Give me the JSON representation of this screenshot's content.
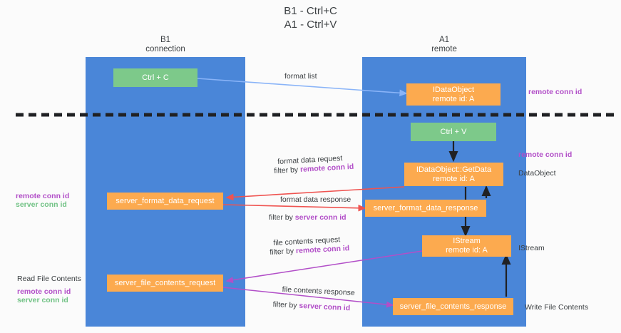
{
  "title": "B1 - Ctrl+C\nA1 - Ctrl+V",
  "columns": [
    {
      "name": "column-b1",
      "label": "B1\nconnection"
    },
    {
      "name": "column-a1",
      "label": "A1\nremote"
    }
  ],
  "boxes": [
    {
      "name": "box-ctrl-c",
      "label": "Ctrl + C",
      "color": "#7dc98a"
    },
    {
      "name": "box-idataobject",
      "label": "IDataObject\nremote id: A",
      "color": "#fcaa4f"
    },
    {
      "name": "box-ctrl-v",
      "label": "Ctrl + V",
      "color": "#7dc98a"
    },
    {
      "name": "box-idataobject-getdata",
      "label": "IDataObject::GetData\nremote id: A",
      "color": "#fcaa4f"
    },
    {
      "name": "box-server-format-data-request",
      "label": "server_format_data_request",
      "color": "#fcaa4f"
    },
    {
      "name": "box-server-format-data-response",
      "label": "server_format_data_response",
      "color": "#fcaa4f"
    },
    {
      "name": "box-istream",
      "label": "IStream\nremote id: A",
      "color": "#fcaa4f"
    },
    {
      "name": "box-server-file-contents-request",
      "label": "server_file_contents_request",
      "color": "#fcaa4f"
    },
    {
      "name": "box-server-file-contents-response",
      "label": "server_file_contents_response",
      "color": "#fcaa4f"
    }
  ],
  "arrow_labels": {
    "format_list": "format list",
    "format_data_request": "format data request",
    "format_data_request_filter_prefix": "filter by ",
    "format_data_request_filter_value": "remote conn id",
    "format_data_response": "format data response",
    "format_data_response_filter_prefix": "filter by ",
    "format_data_response_filter_value": "server conn id",
    "file_contents_request": "file contents request",
    "file_contents_request_filter_prefix": "filter by ",
    "file_contents_request_filter_value": "remote conn id",
    "file_contents_response": "file contents response",
    "file_contents_response_filter_prefix": "filter by ",
    "file_contents_response_filter_value": "server conn id"
  },
  "side_labels": {
    "right_remote_conn_id_top": "remote conn id",
    "right_remote_conn_id_mid": "remote conn id",
    "right_dataobject": "DataObject",
    "right_istream": "IStream",
    "right_write_file_contents": "Write File Contents",
    "left_remote_conn_id_mid": "remote conn id",
    "left_server_conn_id_mid": "server conn id",
    "left_read_file_contents": "Read File Contents",
    "left_remote_conn_id_bot": "remote conn id",
    "left_server_conn_id_bot": "server conn id"
  },
  "colors": {
    "lane": "#4a86d8",
    "green_box": "#7dc98a",
    "orange_box": "#fcaa4f",
    "purple_text": "#b24fc8",
    "green_text": "#71c285",
    "red_arrow": "#ef5350",
    "blue_arrow": "#8ab4f8",
    "purple_arrow": "#b24fc8",
    "black_arrow": "#202124",
    "divider": "#202124",
    "background": "#fbfbfb"
  }
}
